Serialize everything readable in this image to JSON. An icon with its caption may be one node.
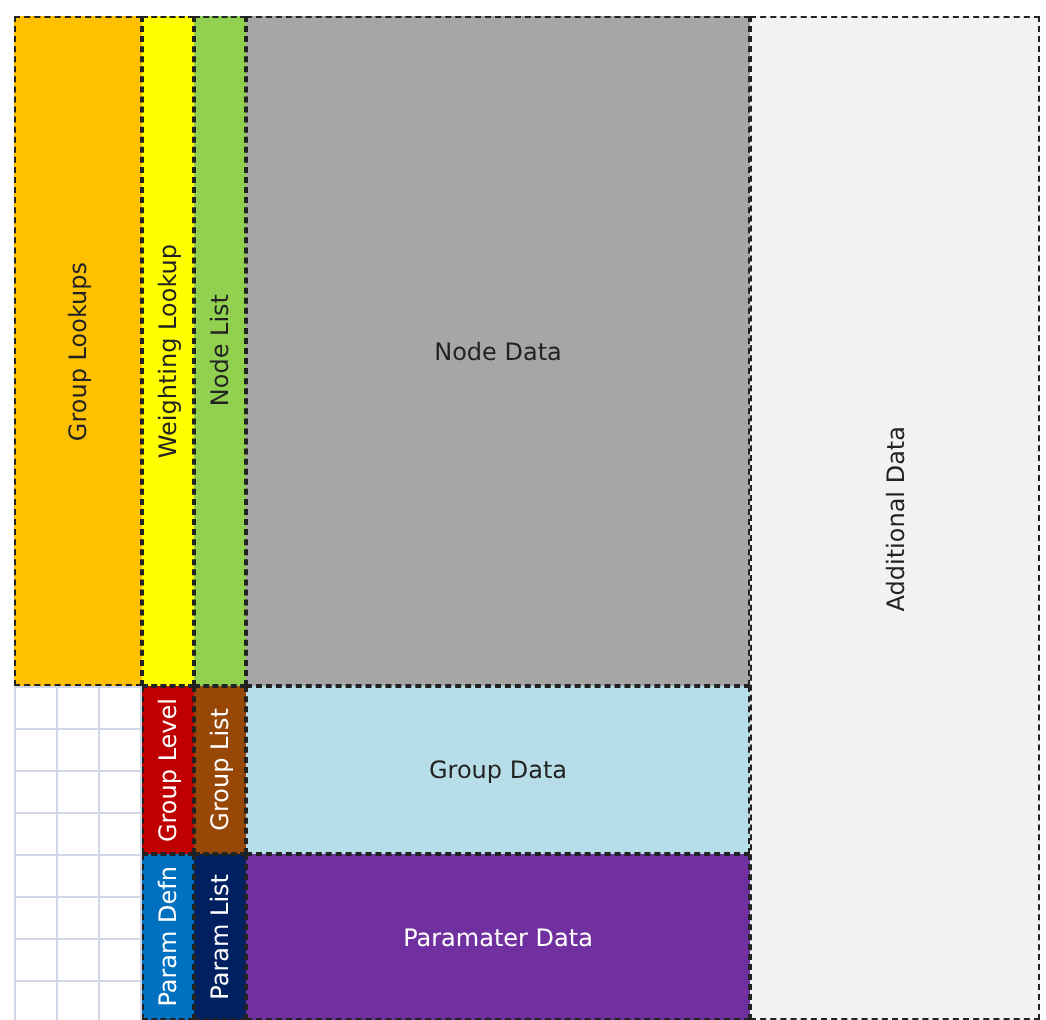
{
  "diagram": {
    "nodes": [
      {
        "text": [
          "Group Lookups"
        ]
      },
      {
        "text": [
          "Weighting Lookup"
        ]
      },
      {
        "text": [
          "Node List"
        ]
      },
      {
        "text": [
          "Node Data"
        ]
      },
      {
        "text": [
          "Additional Data"
        ]
      },
      {
        "text": [
          "Group Level"
        ]
      },
      {
        "text": [
          "Group List"
        ]
      },
      {
        "text": [
          "Group Data"
        ]
      },
      {
        "text": [
          "Param Defn"
        ]
      },
      {
        "text": [
          "Param List"
        ]
      },
      {
        "text": [
          "Paramater Data"
        ]
      },
      {
        "text": [],
        "shape": "box"
      }
    ]
  }
}
